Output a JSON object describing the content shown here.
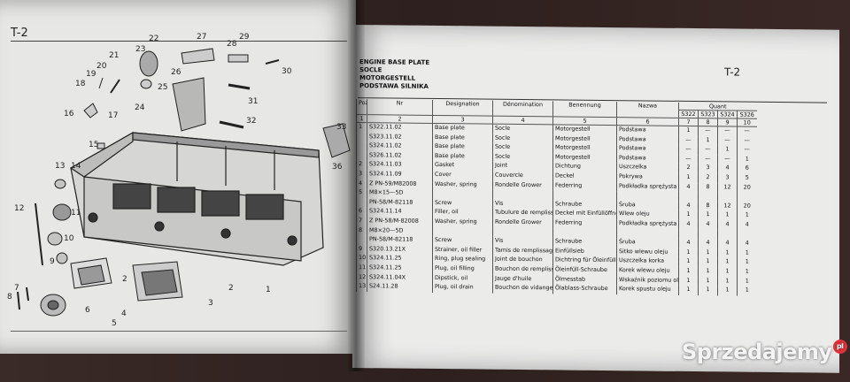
{
  "left_page": {
    "code": "T-2",
    "callouts": [
      "1",
      "2",
      "3",
      "4",
      "5",
      "6",
      "7",
      "8",
      "9",
      "10",
      "11",
      "12",
      "13",
      "14",
      "15",
      "16",
      "17",
      "18",
      "19",
      "20",
      "21",
      "22",
      "23",
      "24",
      "25",
      "26",
      "27",
      "28",
      "29",
      "30",
      "31",
      "32",
      "33",
      "36"
    ]
  },
  "right_page": {
    "code": "T-2",
    "title_lines": [
      "ENGINE BASE PLATE",
      "SOCLE",
      "MOTORGESTELL",
      "PODSTAWA SILNIKA"
    ],
    "headers": {
      "poz": "Poz",
      "nr": "Nr",
      "designation": "Designation",
      "denomination": "Dénomination",
      "benennung": "Benennung",
      "nazwa": "Nazwa",
      "quant": "Quant",
      "q_cols": [
        "S322",
        "S323",
        "S324",
        "S326"
      ],
      "col_numbers": [
        "1",
        "2",
        "3",
        "4",
        "5",
        "6",
        "7",
        "8",
        "9",
        "10"
      ]
    },
    "rows": [
      {
        "poz": "1",
        "nr": "S322.11.02",
        "des": "Base plate",
        "den": "Socle",
        "ben": "Motorgestell",
        "naz": "Podstawa",
        "q": [
          "1",
          "—",
          "—",
          "—"
        ]
      },
      {
        "poz": "",
        "nr": "S323.11.02",
        "des": "Base plate",
        "den": "Socle",
        "ben": "Motorgestell",
        "naz": "Podstawa",
        "q": [
          "—",
          "1",
          "—",
          "—"
        ]
      },
      {
        "poz": "",
        "nr": "S324.11.02",
        "des": "Base plate",
        "den": "Socle",
        "ben": "Motorgestell",
        "naz": "Podstawa",
        "q": [
          "—",
          "—",
          "1",
          "—"
        ]
      },
      {
        "poz": "",
        "nr": "S326.11.02",
        "des": "Base plate",
        "den": "Socle",
        "ben": "Motorgestell",
        "naz": "Podstawa",
        "q": [
          "—",
          "—",
          "—",
          "1"
        ]
      },
      {
        "poz": "2",
        "nr": "S324.11.03",
        "des": "Gasket",
        "den": "Joint",
        "ben": "Dichtung",
        "naz": "Uszczelka",
        "q": [
          "2",
          "3",
          "4",
          "6"
        ]
      },
      {
        "poz": "3",
        "nr": "S324.11.09",
        "des": "Cover",
        "den": "Couvercle",
        "ben": "Deckel",
        "naz": "Pokrywa",
        "q": [
          "1",
          "2",
          "3",
          "5"
        ]
      },
      {
        "poz": "4",
        "nr": "Z PN-59/M82008",
        "des": "Washer, spring",
        "den": "Rondelle Grower",
        "ben": "Federring",
        "naz": "Podkładka sprężysta",
        "q": [
          "4",
          "8",
          "12",
          "20"
        ]
      },
      {
        "poz": "5",
        "nr": "M8×15—5D",
        "des": "",
        "den": "",
        "ben": "",
        "naz": "",
        "q": [
          "",
          "",
          "",
          ""
        ]
      },
      {
        "poz": "",
        "nr": "PN-58/M-82118",
        "des": "Screw",
        "den": "Vis",
        "ben": "Schraube",
        "naz": "Śruba",
        "q": [
          "4",
          "8",
          "12",
          "20"
        ]
      },
      {
        "poz": "6",
        "nr": "S324.11.14",
        "des": "Filler, oil",
        "den": "Tubulure de remplissage d'huile",
        "ben": "Deckel mit Einfüllöffnung",
        "naz": "Wlew oleju",
        "q": [
          "1",
          "1",
          "1",
          "1"
        ]
      },
      {
        "poz": "7",
        "nr": "Z PN-58/M-82008",
        "des": "Washer, spring",
        "den": "Rondelle Grower",
        "ben": "Federring",
        "naz": "Podkładka sprężysta",
        "q": [
          "4",
          "4",
          "4",
          "4"
        ]
      },
      {
        "poz": "8",
        "nr": "M8×20—5D",
        "des": "",
        "den": "",
        "ben": "",
        "naz": "",
        "q": [
          "",
          "",
          "",
          ""
        ]
      },
      {
        "poz": "",
        "nr": "PN-58/M-82118",
        "des": "Screw",
        "den": "Vis",
        "ben": "Schraube",
        "naz": "Śruba",
        "q": [
          "4",
          "4",
          "4",
          "4"
        ]
      },
      {
        "poz": "9",
        "nr": "S320.13.21X",
        "des": "Strainer, oil filler",
        "den": "Tamis de remplissage de l'huile",
        "ben": "Einfüllsieb",
        "naz": "Sitko wlewu oleju",
        "q": [
          "1",
          "1",
          "1",
          "1"
        ]
      },
      {
        "poz": "10",
        "nr": "S324.11.25",
        "des": "Ring, plug sealing",
        "den": "Joint de bouchon",
        "ben": "Dichtring für Öleinfüll-Schraube",
        "naz": "Uszczelka korka",
        "q": [
          "1",
          "1",
          "1",
          "1"
        ]
      },
      {
        "poz": "11",
        "nr": "S324.11.25",
        "des": "Plug, oil filling",
        "den": "Bouchon de remplissage d'huile",
        "ben": "Öleinfüll-Schraube",
        "naz": "Korek wlewu oleju",
        "q": [
          "1",
          "1",
          "1",
          "1"
        ]
      },
      {
        "poz": "12",
        "nr": "S324.11.04X",
        "des": "Dipstick, oil",
        "den": "Jauge d'huile",
        "ben": "Ölmesstab",
        "naz": "Wskaźnik poziomu oleju",
        "q": [
          "1",
          "1",
          "1",
          "1"
        ]
      },
      {
        "poz": "13",
        "nr": "S24.11.28",
        "des": "Plug, oil drain",
        "den": "Bouchon de vidange d'huile",
        "ben": "Ölablass-Schraube",
        "naz": "Korek spustu oleju",
        "q": [
          "1",
          "1",
          "1",
          "1"
        ]
      }
    ]
  },
  "watermark": {
    "text": "Sprzedajemy",
    "suffix": "pl"
  }
}
